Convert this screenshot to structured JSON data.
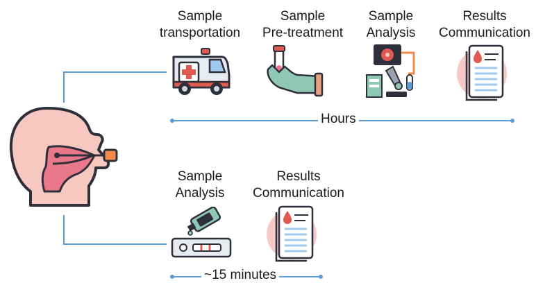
{
  "top_workflow": {
    "steps": [
      {
        "line1": "Sample",
        "line2": "transportation",
        "icon": "ambulance-icon"
      },
      {
        "line1": "Sample",
        "line2": "Pre-treatment",
        "icon": "gloved-hand-test-tube-icon"
      },
      {
        "line1": "Sample",
        "line2": "Analysis",
        "icon": "lab-analysis-microscope-icon"
      },
      {
        "line1": "Results",
        "line2": "Communication",
        "icon": "results-report-icon"
      }
    ],
    "duration": "Hours"
  },
  "bottom_workflow": {
    "steps": [
      {
        "line1": "Sample",
        "line2": "Analysis",
        "icon": "rapid-test-cassette-icon"
      },
      {
        "line1": "Results",
        "line2": "Communication",
        "icon": "results-report-icon"
      }
    ],
    "duration": "~15 minutes"
  },
  "source_icon": "nasal-swab-head-icon",
  "colors": {
    "arrow": "#5b9bd5",
    "skin": "#f7c8c0",
    "dark": "#2f2f3b",
    "accent": "#e05a4f"
  }
}
